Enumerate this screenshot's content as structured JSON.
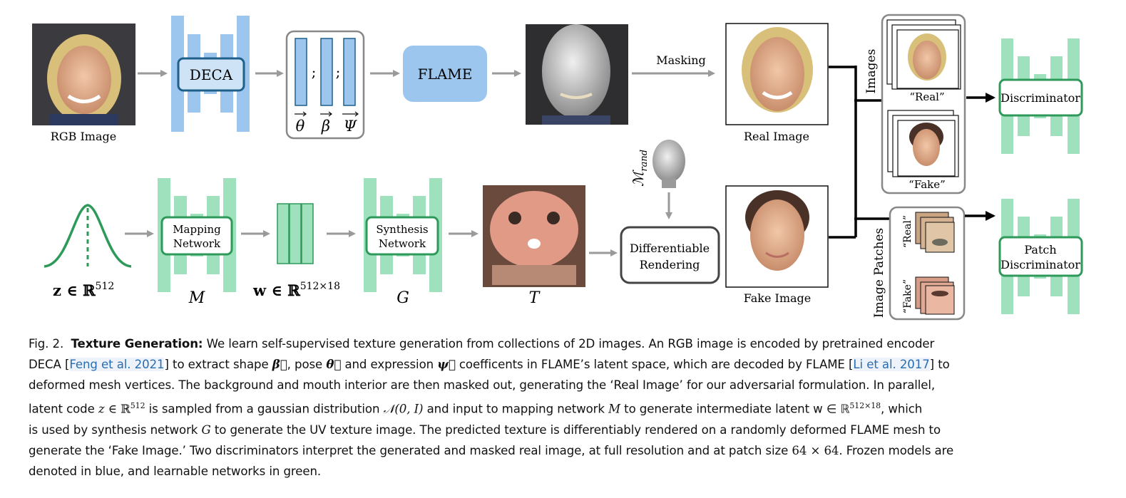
{
  "figure": {
    "labels": {
      "rgb_image": "RGB Image",
      "deca": "DECA",
      "flame": "FLAME",
      "masking": "Masking",
      "real_image": "Real Image",
      "fake_image": "Fake Image",
      "images": "Images",
      "image_patches": "Image Patches",
      "real_q": "“Real”",
      "fake_q": "“Fake”",
      "discriminator": "Discriminator",
      "patch_disc_line1": "Patch",
      "patch_disc_line2": "Discriminator",
      "mapping_line1": "Mapping",
      "mapping_line2": "Network",
      "synthesis_line1": "Synthesis",
      "synthesis_line2": "Network",
      "diff_render_line1": "Differentiable",
      "diff_render_line2": "Rendering",
      "m_symbol": "M",
      "g_symbol": "G",
      "t_symbol": "T",
      "mrand": "ℳ",
      "mrand_sub": "rand",
      "theta": "θ",
      "beta": "β",
      "psi": "Ψ",
      "semicolon": ";",
      "z_label": "z ∈ ℝ",
      "z_exp": "512",
      "w_label": "w ∈ ℝ",
      "w_exp": "512×18"
    },
    "colors": {
      "frozen_blue": "#9cc6ee",
      "frozen_blue_light": "#cfe3f6",
      "frozen_border": "#1f5f8b",
      "learnable_green": "#9fe0bd",
      "learnable_border": "#2e9a5a",
      "arrow_gray": "#9a9a9a"
    }
  },
  "caption": {
    "fig_no": "Fig. 2.",
    "title": "Texture Generation:",
    "t1": " We learn self-supervised texture generation from collections of 2D images. An RGB image is encoded by pretrained encoder",
    "t2a": "DECA [",
    "cite1": "Feng et al. 2021",
    "t2b": "] to extract shape ",
    "beta": "β⃗",
    "t2c": ", pose ",
    "theta": "θ⃗",
    "t2d": " and expression ",
    "psi": "ψ⃗",
    "t2e": " coefficents in FLAME’s latent space, which are decoded by FLAME [",
    "cite2": "Li et al. 2017",
    "t2f": "] to",
    "t3": "deformed mesh vertices. The background and mouth interior are then masked out, generating the ‘Real Image’ for our adversarial formulation. In parallel,",
    "t4a": "latent code ",
    "z": "z",
    "t4b": " ∈ ℝ",
    "exp512": "512",
    "t4c": " is sampled from a gaussian distribution ",
    "normal": "𝒩(0, I)",
    "t4d": " and input to mapping network ",
    "M": "M",
    "t4e": " to generate intermediate latent w ∈ ℝ",
    "exp51218": "512×18",
    "t4f": ", which",
    "t5a": "is used by synthesis network ",
    "G": "G",
    "t5b": " to generate the UV texture image. The predicted texture is differentiably rendered on a randomly deformed FLAME mesh to",
    "t6a": "generate the ‘Fake Image.’ Two discriminators interpret the generated and masked real image, at full resolution and at patch size ",
    "patch": "64 × 64",
    "t6b": ". Frozen models are",
    "t7": "denoted in blue, and learnable networks in green."
  }
}
